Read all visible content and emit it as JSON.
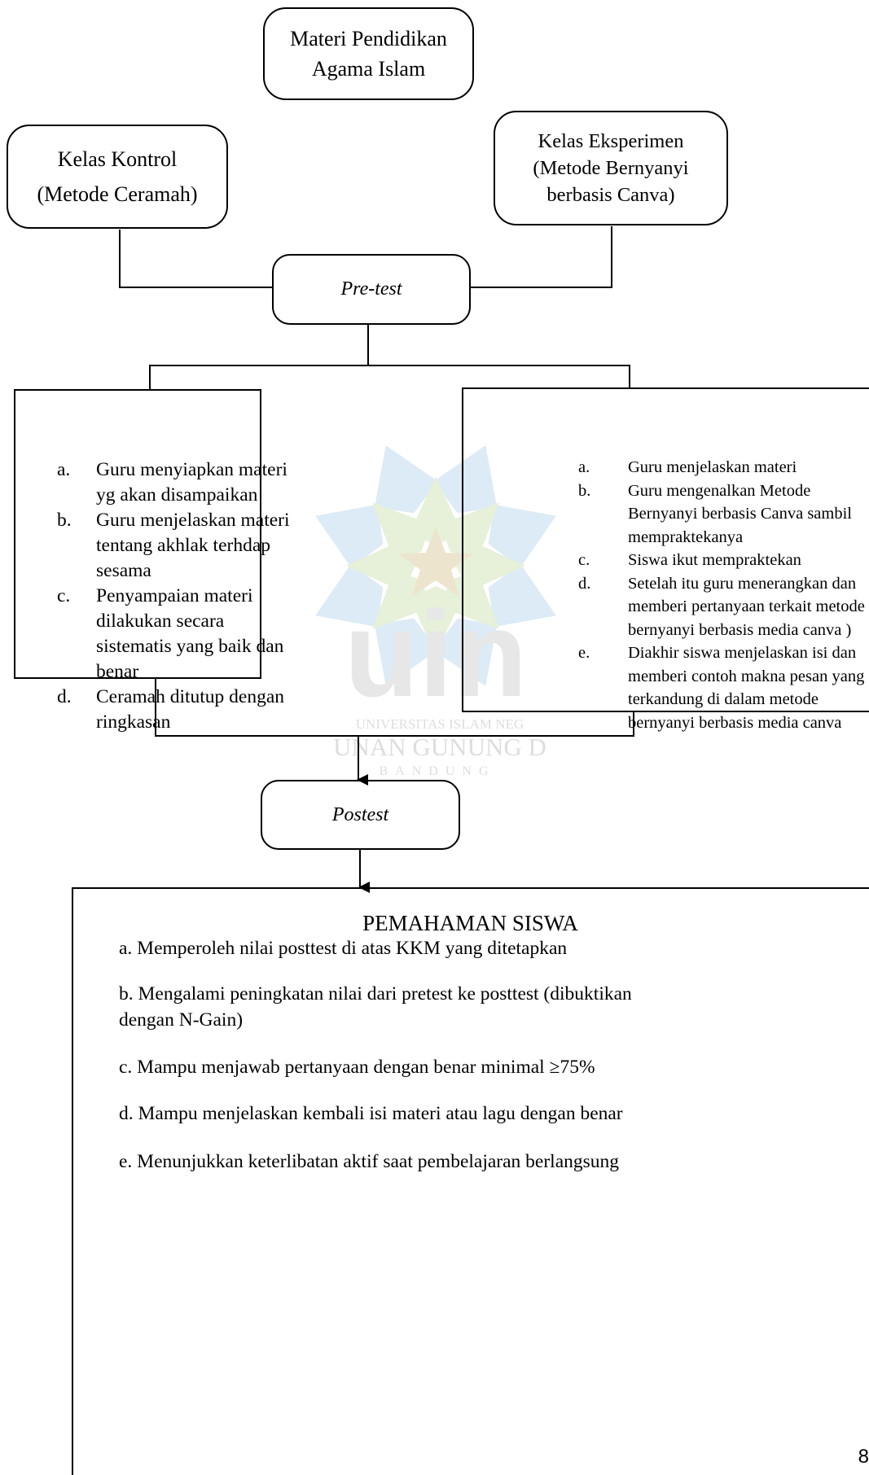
{
  "diagram": {
    "top_box": [
      "Materi Pendidikan",
      "Agama Islam"
    ],
    "control_box": [
      "Kelas Kontrol",
      "(Metode Ceramah)"
    ],
    "experiment_box": [
      "Kelas Eksperimen",
      "(Metode Bernyanyi",
      "berbasis Canva)"
    ],
    "pretest_label": "Pre-test",
    "control_steps": [
      {
        "marker": "a.",
        "text": "Guru menyiapkan materi yg akan disampaikan"
      },
      {
        "marker": "b.",
        "text": "Guru menjelaskan materi tentang akhlak terhdap sesama"
      },
      {
        "marker": "c.",
        "text": "Penyampaian materi dilakukan secara sistematis yang baik dan benar"
      },
      {
        "marker": "d.",
        "text": "Ceramah ditutup dengan ringkasan"
      }
    ],
    "experiment_steps": [
      {
        "marker": "a.",
        "text": "Guru menjelaskan materi"
      },
      {
        "marker": "b.",
        "text": "Guru mengenalkan Metode Bernyanyi berbasis Canva sambil mempraktekanya"
      },
      {
        "marker": "c.",
        "text": "Siswa ikut mempraktekan"
      },
      {
        "marker": "d.",
        "text": "Setelah itu guru menerangkan dan memberi pertanyaan terkait metode bernyanyi berbasis media canva )"
      },
      {
        "marker": "e.",
        "text": "Diakhir siswa menjelaskan isi dan memberi contoh makna pesan yang terkandung di dalam metode bernyanyi berbasis media canva"
      }
    ],
    "posttest_label": "Postest",
    "outcome": {
      "title": "PEMAHAMAN SISWA",
      "criteria": [
        "a. Memperoleh nilai posttest di atas KKM yang ditetapkan",
        "b. Mengalami peningkatan nilai dari pretest ke posttest (dibuktikan",
        "dengan N-Gain)",
        "c. Mampu menjawab pertanyaan dengan benar minimal ≥75%",
        "d. Mampu menjelaskan kembali isi materi atau lagu dengan benar",
        "e. Menunjukkan keterlibatan aktif saat pembelajaran berlangsung"
      ]
    }
  },
  "watermark": {
    "logo_text": "uin",
    "line1": "UNIVERSITAS ISLAM NEG",
    "line2": "UNAN GUNUNG D",
    "line3": "BANDUNG"
  },
  "page_number": "8",
  "colors": {
    "border": "#000000",
    "watermark_blue": "#dbeaf6",
    "watermark_green": "#e6f0d6",
    "watermark_gray": "#e6e6e6",
    "star": "#ede3cc"
  }
}
